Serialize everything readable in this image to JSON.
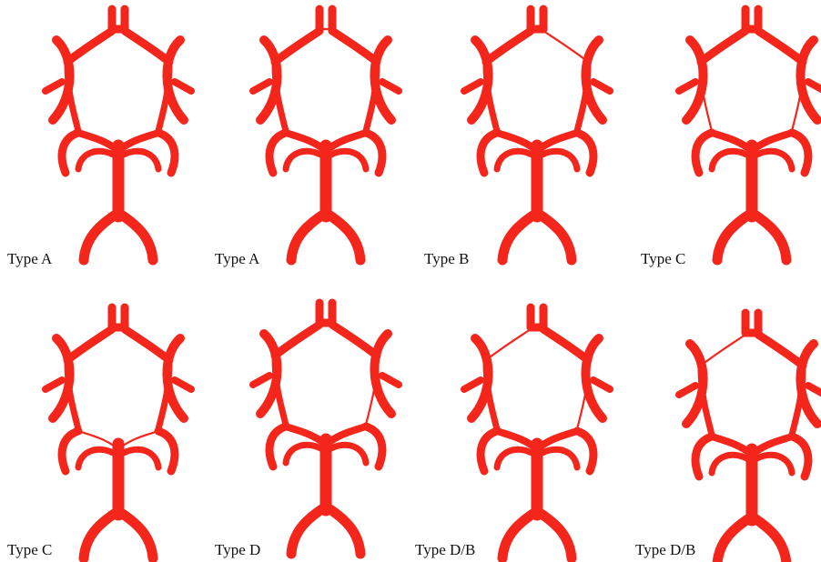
{
  "vessel_color": "#f4261c",
  "panels": [
    {
      "label": "Type A",
      "variant": "complete"
    },
    {
      "label": "Type A",
      "variant": "thin-acom"
    },
    {
      "label": "Type B",
      "variant": "hypoplastic-a1"
    },
    {
      "label": "Type C",
      "variant": "thin-both-pcom"
    },
    {
      "label": "Type C",
      "variant": "thin-both-p1"
    },
    {
      "label": "Type D",
      "variant": "thin-pcom-right"
    },
    {
      "label": "Type D/B",
      "variant": "thin-a1-and-pcom"
    },
    {
      "label": "Type D/B",
      "variant": "thin-a1-left"
    }
  ]
}
